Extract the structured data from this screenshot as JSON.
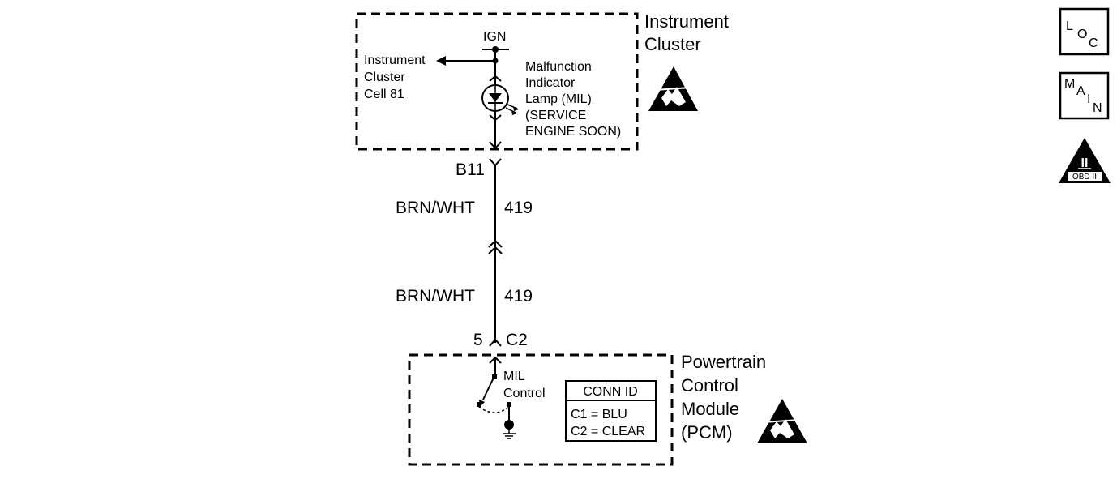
{
  "instrument_cluster": {
    "title_line1": "Instrument",
    "title_line2": "Cluster",
    "ign_label": "IGN",
    "cell_ref_line1": "Instrument",
    "cell_ref_line2": "Cluster",
    "cell_ref_line3": "Cell 81",
    "lamp_line1": "Malfunction",
    "lamp_line2": "Indicator",
    "lamp_line3": "Lamp (MIL)",
    "lamp_line4": "(SERVICE",
    "lamp_line5": "ENGINE SOON)"
  },
  "connectors": {
    "b11_label": "B11",
    "c2_pin": "5",
    "c2_label": "C2"
  },
  "wires": [
    {
      "color": "BRN/WHT",
      "circuit": "419"
    },
    {
      "color": "BRN/WHT",
      "circuit": "419"
    }
  ],
  "pcm": {
    "title_line1": "Powertrain",
    "title_line2": "Control",
    "title_line3": "Module",
    "title_line4": "(PCM)",
    "switch_line1": "MIL",
    "switch_line2": "Control",
    "conn_id_title": "CONN ID",
    "conn_id_c1": "C1 = BLU",
    "conn_id_c2": "C2 = CLEAR"
  },
  "side_icons": {
    "loc": [
      "L",
      "O",
      "C"
    ],
    "main": [
      "M",
      "A",
      "I",
      "N"
    ],
    "obd_numeral": "II",
    "obd_label": "OBD II"
  },
  "colors": {
    "ink": "#000000",
    "background": "#ffffff"
  }
}
